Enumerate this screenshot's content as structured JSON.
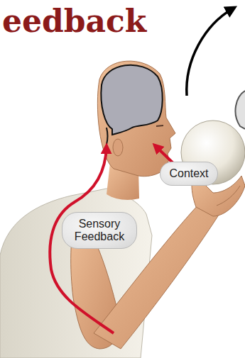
{
  "diagram": {
    "title": "eedback",
    "nodes": [
      {
        "text": [
          "Context"
        ]
      },
      {
        "text": [
          "Sensory Feedback"
        ]
      }
    ]
  }
}
